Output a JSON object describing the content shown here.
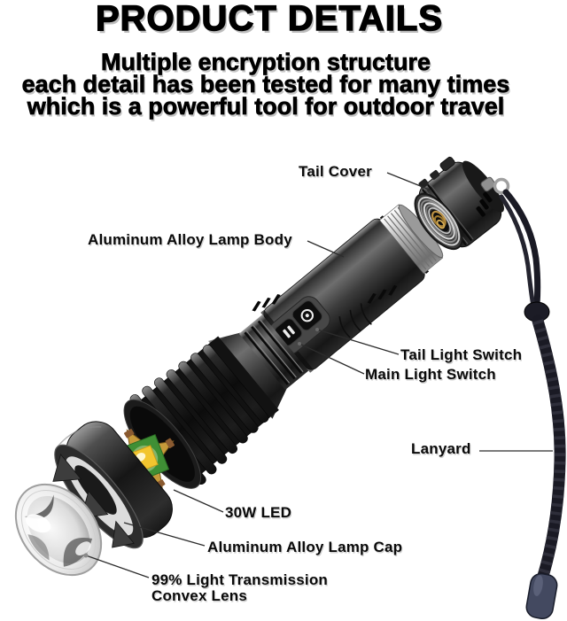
{
  "page": {
    "background": "#ffffff"
  },
  "header": {
    "title": "PRODUCT DETAILS",
    "subtitle_lines": [
      "Multiple encryption structure",
      "each detail has been tested for many times",
      "which is a powerful tool for outdoor travel"
    ]
  },
  "callouts": {
    "tail_cover": "Tail Cover",
    "lamp_body": "Aluminum Alloy Lamp Body",
    "tail_light_switch": "Tail Light Switch",
    "main_light_switch": "Main Light Switch",
    "lanyard": "Lanyard",
    "led": "30W LED",
    "lamp_cap": "Aluminum Alloy Lamp Cap",
    "lens_line1": "99% Light Transmission",
    "lens_line2": "Convex Lens"
  },
  "illustration_parts": [
    "convex-lens",
    "lamp-cap",
    "led-module",
    "head-fins",
    "neck",
    "lamp-body",
    "switch-buttons",
    "threaded-end",
    "tail-cover",
    "tail-spring",
    "lanyard-cord",
    "lanyard-tip"
  ],
  "colors": {
    "background": "#ffffff",
    "text": "#000000",
    "leader_line": "#2c2c2c",
    "gold_star": "#c79a3a",
    "pcb_green": "#3f8f35",
    "led_yellow": "#f2c52f",
    "spring_gold": "#bb9144",
    "lanyard_cord": "#1a1a24",
    "lanyard_tip": "#434960",
    "silver": "#c0c0c0"
  }
}
